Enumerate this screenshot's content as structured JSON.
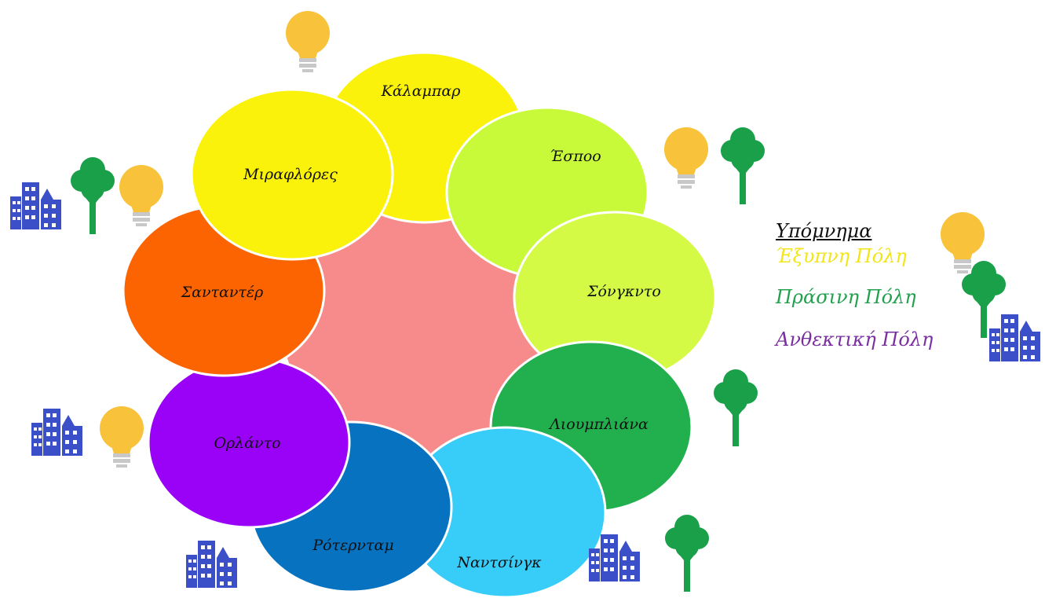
{
  "diagram": {
    "center_color": "#F78B8B",
    "cities": [
      {
        "name": "Κάλαμπαρ",
        "color": "#FAF20A",
        "tags": [
          "smart"
        ]
      },
      {
        "name": "Έσποο",
        "color": "#C8FA3A",
        "tags": [
          "smart",
          "green"
        ]
      },
      {
        "name": "Σόνγκντο",
        "color": "#D4FA45",
        "tags": []
      },
      {
        "name": "Λιουμπλιάνα",
        "color": "#22AF4E",
        "tags": [
          "green"
        ]
      },
      {
        "name": "Ναντσίνγκ",
        "color": "#38CCF8",
        "tags": [
          "resilient",
          "green"
        ]
      },
      {
        "name": "Ρότερνταμ",
        "color": "#0672C0",
        "tags": [
          "resilient"
        ]
      },
      {
        "name": "Ορλάντο",
        "color": "#9A02F8",
        "tags": [
          "resilient",
          "smart"
        ]
      },
      {
        "name": "Σανταντέρ",
        "color": "#FC6402",
        "tags": []
      },
      {
        "name": "Μιραφλόρες",
        "color": "#FAF20A",
        "tags": [
          "resilient",
          "green",
          "smart"
        ]
      }
    ]
  },
  "legend": {
    "title": "Υπόμνημα",
    "items": [
      {
        "label": "Έξυπνη Πόλη",
        "color": "#F2E51A",
        "icon": "lightbulb-icon"
      },
      {
        "label": "Πράσινη Πόλη",
        "color": "#22A04E",
        "icon": "tree-icon"
      },
      {
        "label": "Ανθεκτική Πόλη",
        "color": "#7A2FA0",
        "icon": "buildings-icon"
      }
    ]
  }
}
